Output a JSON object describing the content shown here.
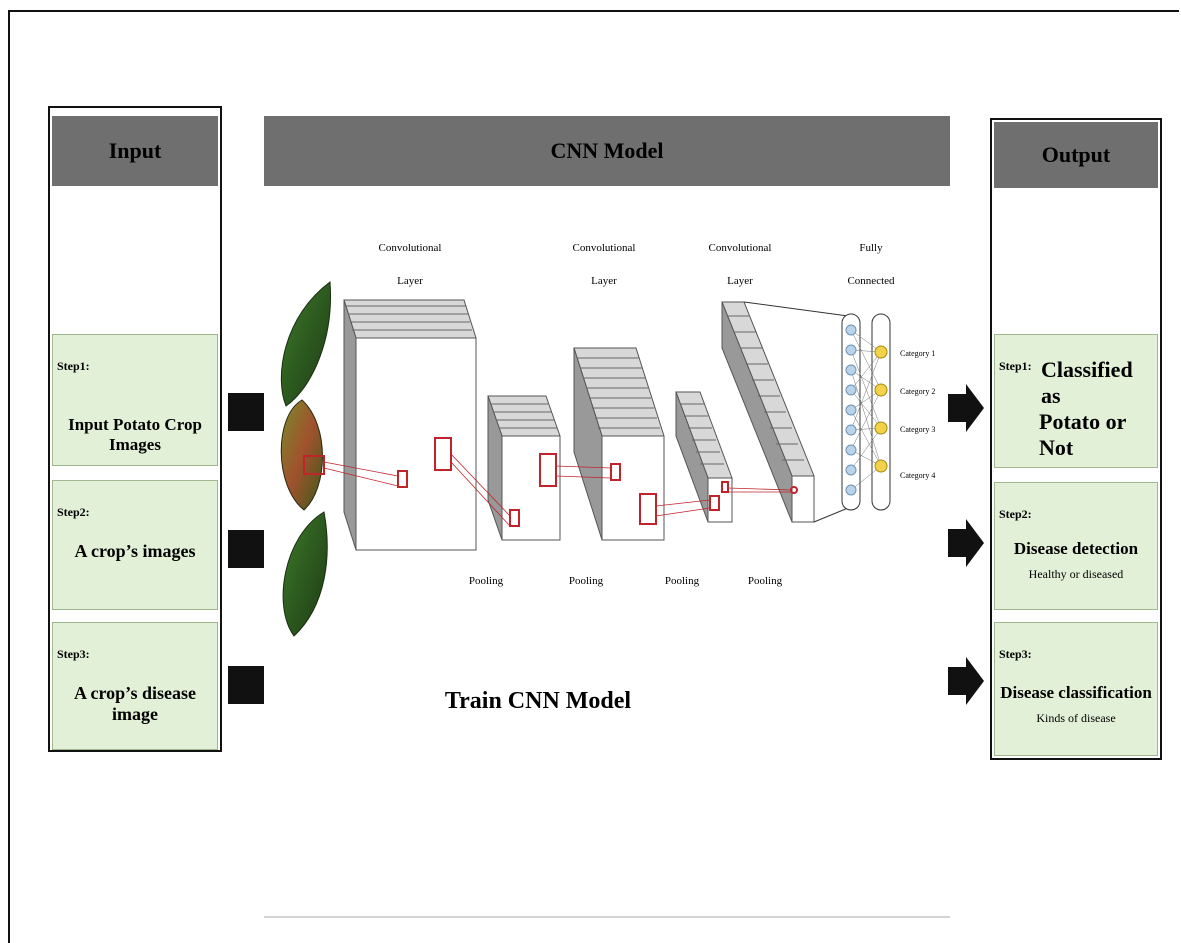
{
  "input_panel": {
    "title": "Input",
    "steps": [
      {
        "label": "Step1:",
        "text": "Input Potato Crop Images"
      },
      {
        "label": "Step2:",
        "text": "A crop’s images"
      },
      {
        "label": "Step3:",
        "text": "A crop’s disease image"
      }
    ]
  },
  "cnn_panel": {
    "title": "CNN Model",
    "layer_labels": [
      {
        "line1": "Convolutional",
        "line2": "Layer"
      },
      {
        "line1": "Convolutional",
        "line2": "Layer"
      },
      {
        "line1": "Convolutional",
        "line2": "Layer"
      },
      {
        "line1": "Fully",
        "line2": "Connected"
      }
    ],
    "pooling_labels": [
      "Pooling",
      "Pooling",
      "Pooling",
      "Pooling"
    ],
    "categories": [
      "Category 1",
      "Category 2",
      "Category 3",
      "Category 4"
    ],
    "caption": "Train CNN Model"
  },
  "output_panel": {
    "title": "Output",
    "steps": [
      {
        "label": "Step1:",
        "line1": "Classified as",
        "line2": "Potato or Not"
      },
      {
        "label": "Step2:",
        "title": "Disease detection",
        "subtitle": "Healthy or diseased"
      },
      {
        "label": "Step3:",
        "title": "Disease classification",
        "subtitle": "Kinds of disease"
      }
    ]
  },
  "colors": {
    "header_gray": "#6f6f6f",
    "step_green": "#e3f0d8",
    "feature_red": "#c0242b",
    "leaf_green": "#2f5a22",
    "node_blue": "#b9d3ea",
    "node_yellow": "#f2d24a"
  }
}
